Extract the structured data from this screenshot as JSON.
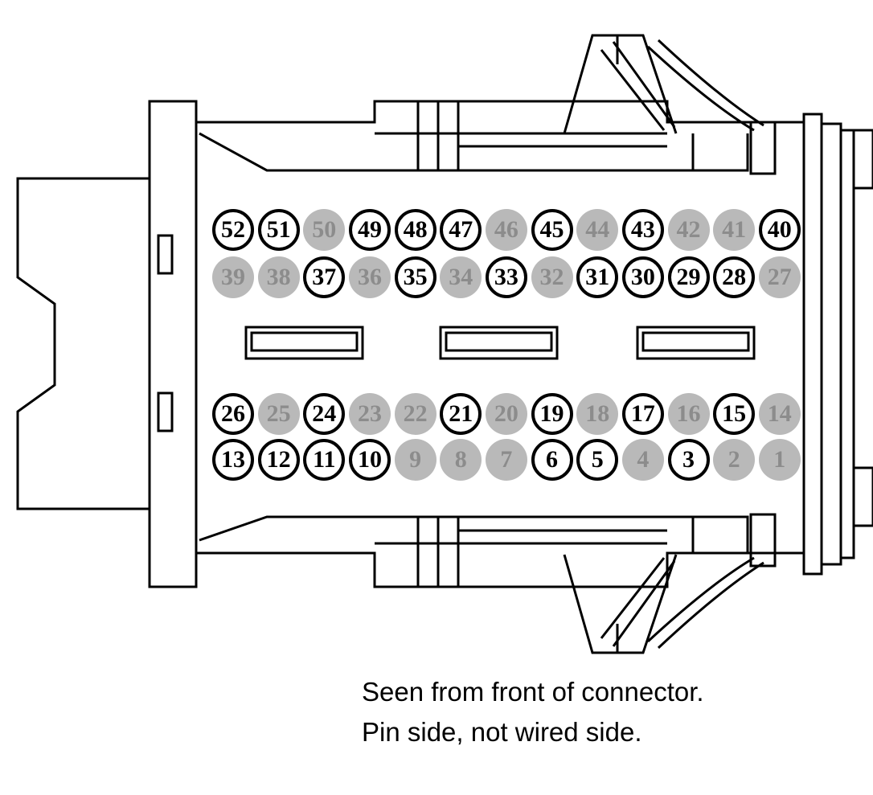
{
  "caption": {
    "line1": "Seen from front of connector.",
    "line2": "Pin side, not wired side."
  },
  "colors": {
    "background": "#ffffff",
    "line": "#000000",
    "pin_active_fill": "#ffffff",
    "pin_active_border": "#000000",
    "pin_active_text": "#000000",
    "pin_unused_fill": "#b9b9b9",
    "pin_unused_text": "#8c8c8c"
  },
  "pin_rows": [
    {
      "row": 1,
      "pins": [
        {
          "n": "52",
          "state": "active"
        },
        {
          "n": "51",
          "state": "active"
        },
        {
          "n": "50",
          "state": "unused"
        },
        {
          "n": "49",
          "state": "active"
        },
        {
          "n": "48",
          "state": "active"
        },
        {
          "n": "47",
          "state": "active"
        },
        {
          "n": "46",
          "state": "unused"
        },
        {
          "n": "45",
          "state": "active"
        },
        {
          "n": "44",
          "state": "unused"
        },
        {
          "n": "43",
          "state": "active"
        },
        {
          "n": "42",
          "state": "unused"
        },
        {
          "n": "41",
          "state": "unused"
        },
        {
          "n": "40",
          "state": "active"
        }
      ]
    },
    {
      "row": 2,
      "pins": [
        {
          "n": "39",
          "state": "unused"
        },
        {
          "n": "38",
          "state": "unused"
        },
        {
          "n": "37",
          "state": "active"
        },
        {
          "n": "36",
          "state": "unused"
        },
        {
          "n": "35",
          "state": "active"
        },
        {
          "n": "34",
          "state": "unused"
        },
        {
          "n": "33",
          "state": "active"
        },
        {
          "n": "32",
          "state": "unused"
        },
        {
          "n": "31",
          "state": "active"
        },
        {
          "n": "30",
          "state": "active"
        },
        {
          "n": "29",
          "state": "active"
        },
        {
          "n": "28",
          "state": "active"
        },
        {
          "n": "27",
          "state": "unused"
        }
      ]
    },
    {
      "row": 3,
      "pins": [
        {
          "n": "26",
          "state": "active"
        },
        {
          "n": "25",
          "state": "unused"
        },
        {
          "n": "24",
          "state": "active"
        },
        {
          "n": "23",
          "state": "unused"
        },
        {
          "n": "22",
          "state": "unused"
        },
        {
          "n": "21",
          "state": "active"
        },
        {
          "n": "20",
          "state": "unused"
        },
        {
          "n": "19",
          "state": "active"
        },
        {
          "n": "18",
          "state": "unused"
        },
        {
          "n": "17",
          "state": "active"
        },
        {
          "n": "16",
          "state": "unused"
        },
        {
          "n": "15",
          "state": "active"
        },
        {
          "n": "14",
          "state": "unused"
        }
      ]
    },
    {
      "row": 4,
      "pins": [
        {
          "n": "13",
          "state": "active"
        },
        {
          "n": "12",
          "state": "active"
        },
        {
          "n": "11",
          "state": "active"
        },
        {
          "n": "10",
          "state": "active"
        },
        {
          "n": "9",
          "state": "unused"
        },
        {
          "n": "8",
          "state": "unused"
        },
        {
          "n": "7",
          "state": "unused"
        },
        {
          "n": "6",
          "state": "active"
        },
        {
          "n": "5",
          "state": "active"
        },
        {
          "n": "4",
          "state": "unused"
        },
        {
          "n": "3",
          "state": "active"
        },
        {
          "n": "2",
          "state": "unused"
        },
        {
          "n": "1",
          "state": "unused"
        }
      ]
    }
  ]
}
